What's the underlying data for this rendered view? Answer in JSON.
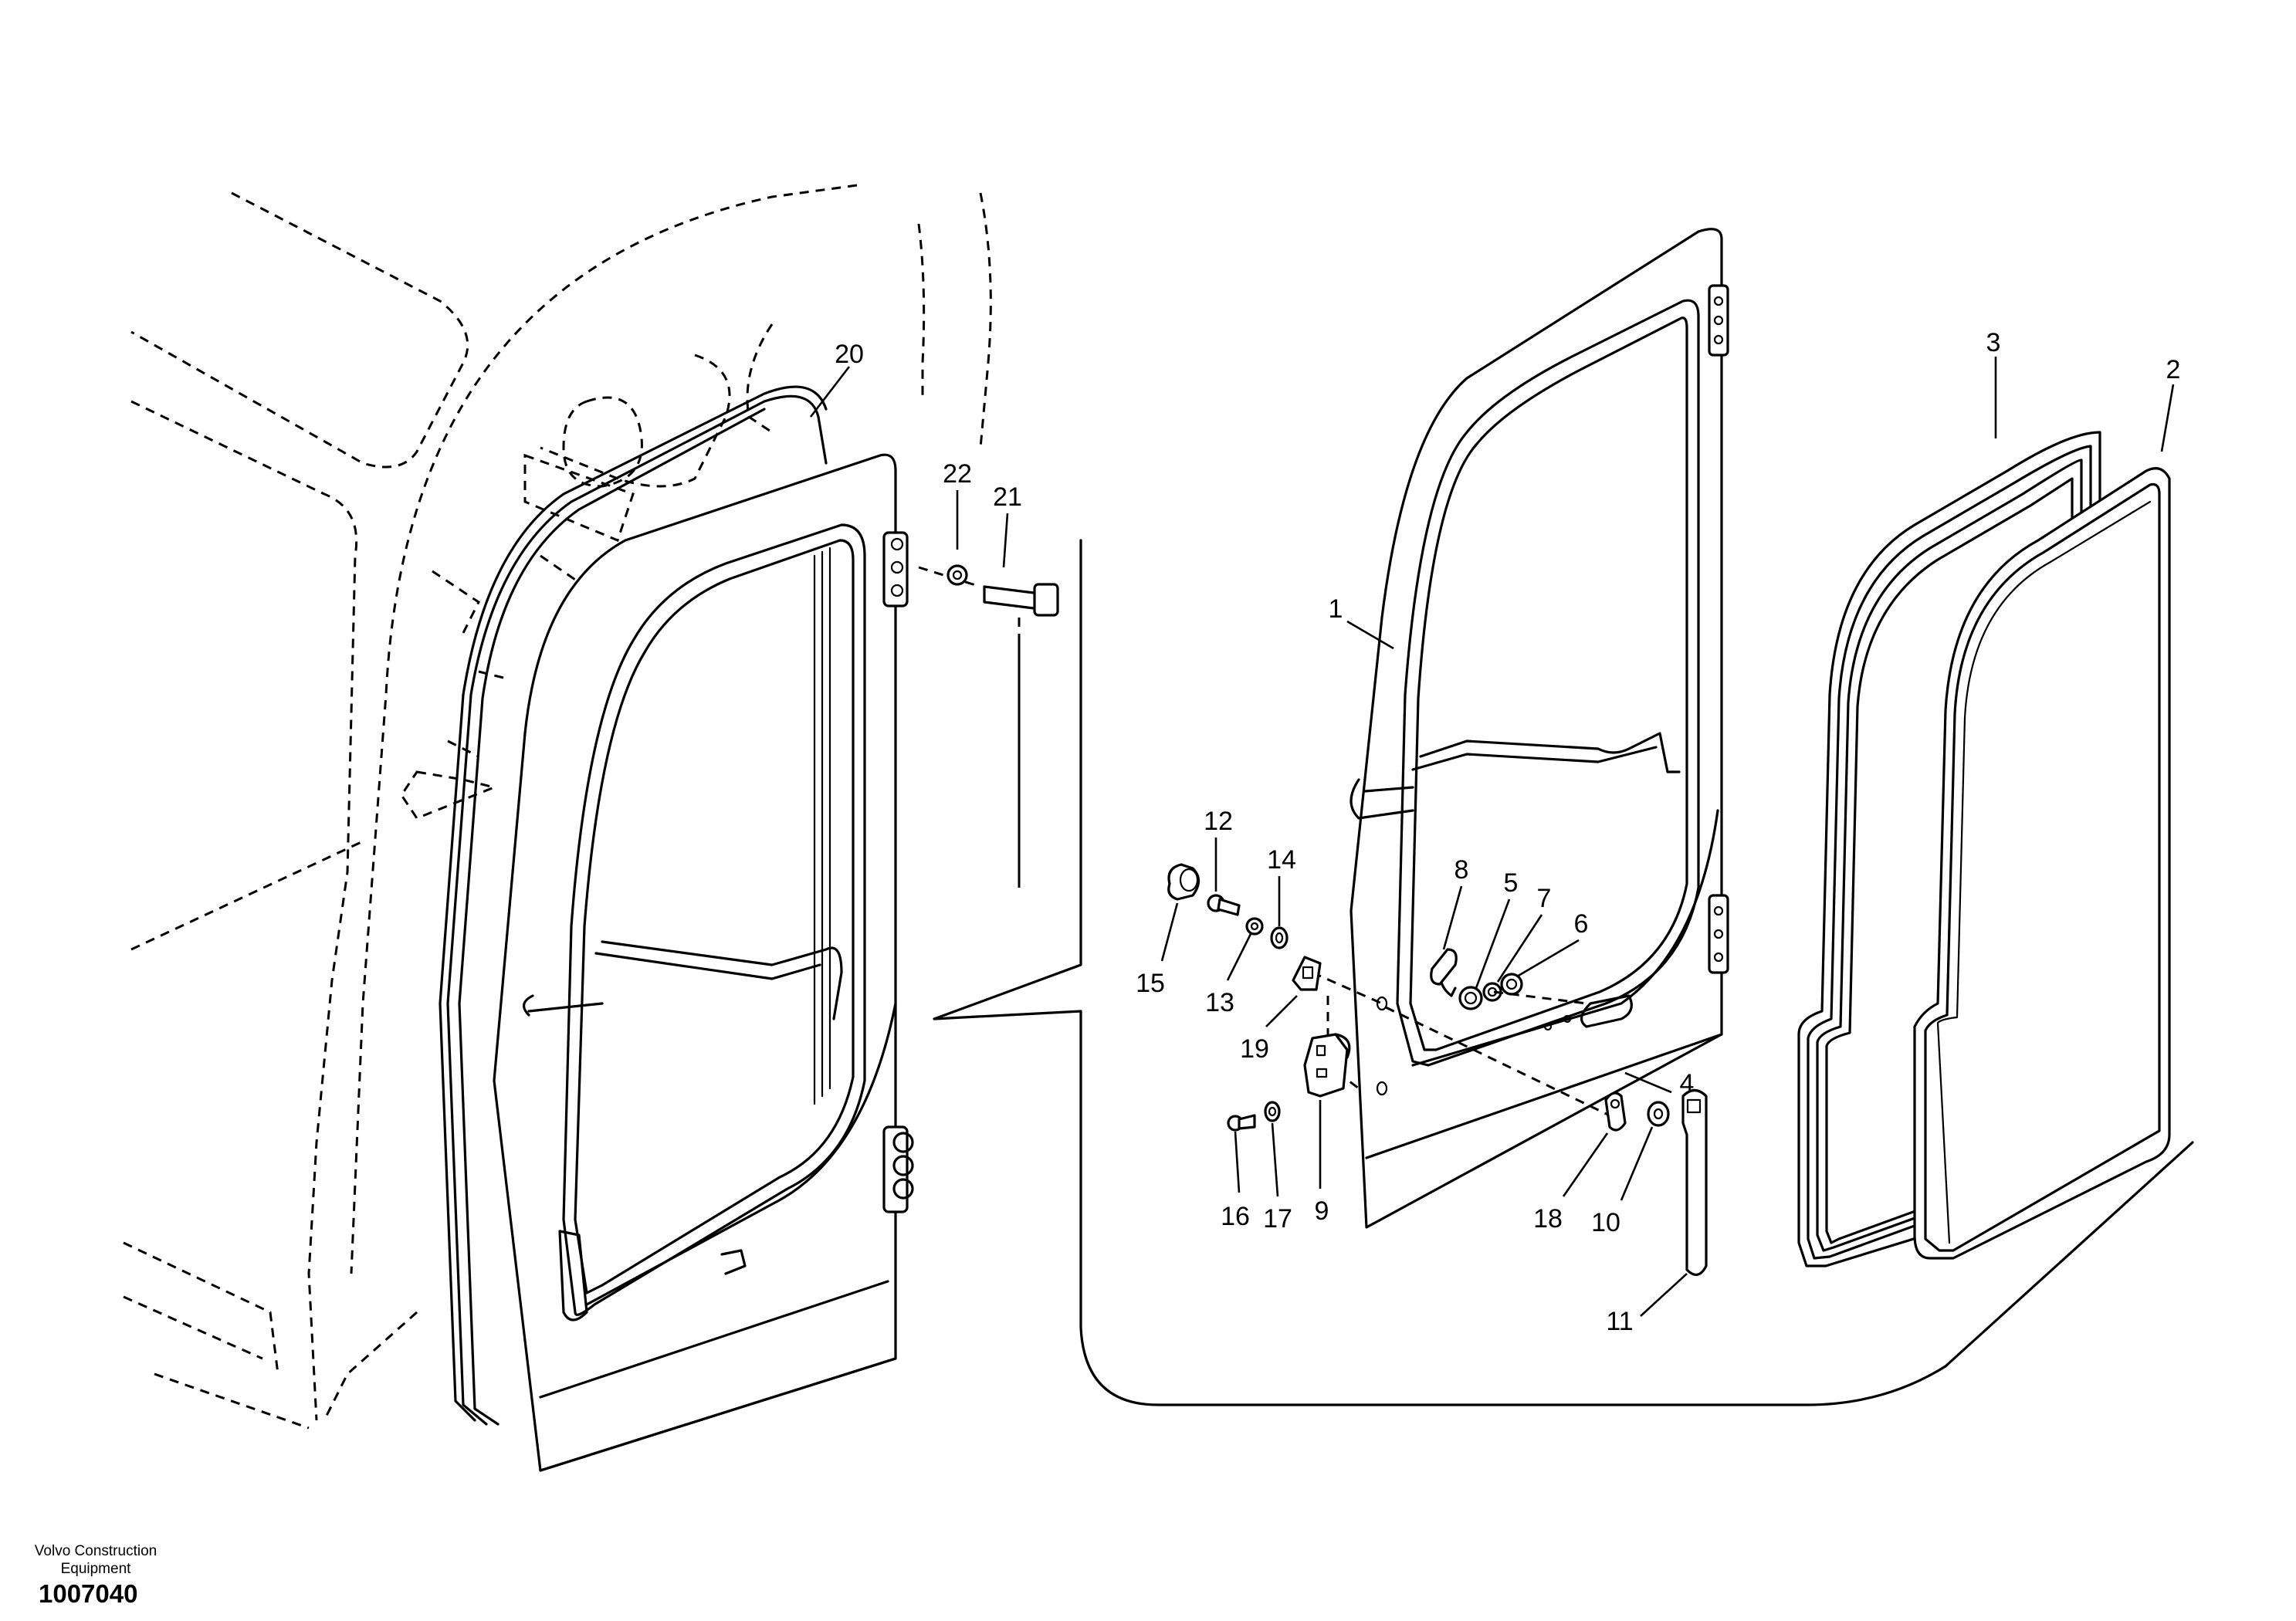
{
  "footer": {
    "brand": "Volvo Construction\nEquipment",
    "reference_number": "1007040"
  },
  "callouts": [
    "20",
    "22",
    "21",
    "1",
    "12",
    "14",
    "8",
    "5",
    "7",
    "6",
    "15",
    "13",
    "19",
    "4",
    "16",
    "17",
    "9",
    "18",
    "10",
    "11",
    "3",
    "2"
  ]
}
